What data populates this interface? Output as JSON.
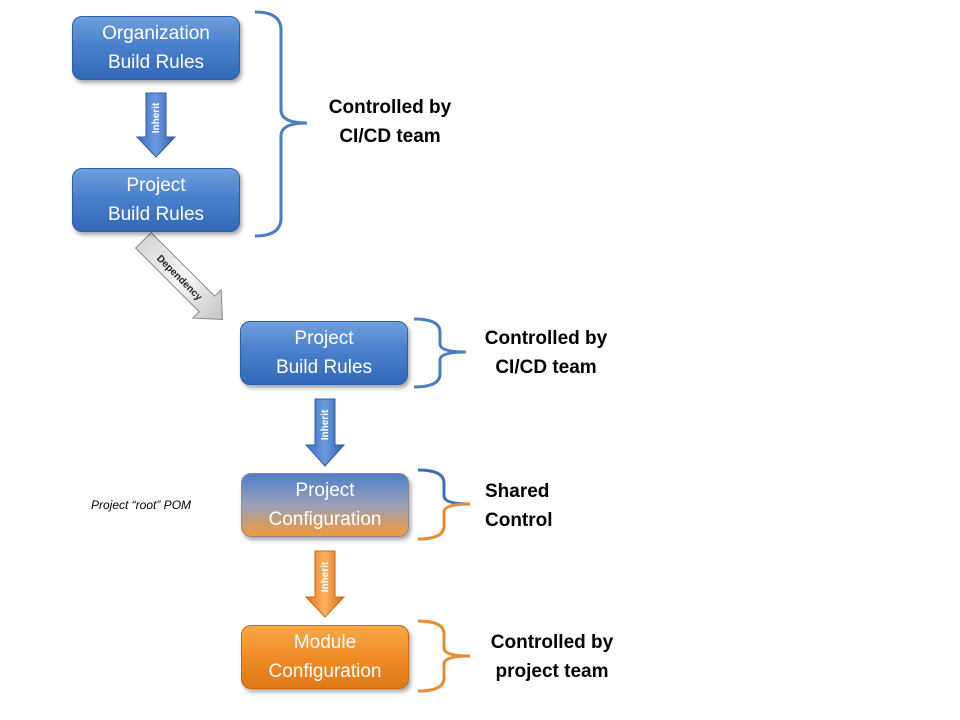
{
  "boxes": {
    "org_build_rules": "Organization\nBuild Rules",
    "project_build_rules_top": "Project\nBuild Rules",
    "project_build_rules_mid": "Project\nBuild Rules",
    "project_configuration": "Project\nConfiguration",
    "module_configuration": "Module\nConfiguration"
  },
  "arrows": {
    "inherit_1": "Inherit",
    "dependency": "Dependency",
    "inherit_2": "Inherit",
    "inherit_3": "Inherit"
  },
  "notes": {
    "ci_cd_top": "Controlled by\nCI/CD team",
    "ci_cd_mid": "Controlled by\nCI/CD team",
    "shared": "Shared\nControl",
    "project_team": "Controlled by\nproject team",
    "root_pom": "Project “root” POM"
  },
  "colors": {
    "blue": "#4a81cd",
    "orange": "#f08c28",
    "bracket_blue": "#4a7ec4",
    "bracket_orange": "#e88a2e"
  }
}
